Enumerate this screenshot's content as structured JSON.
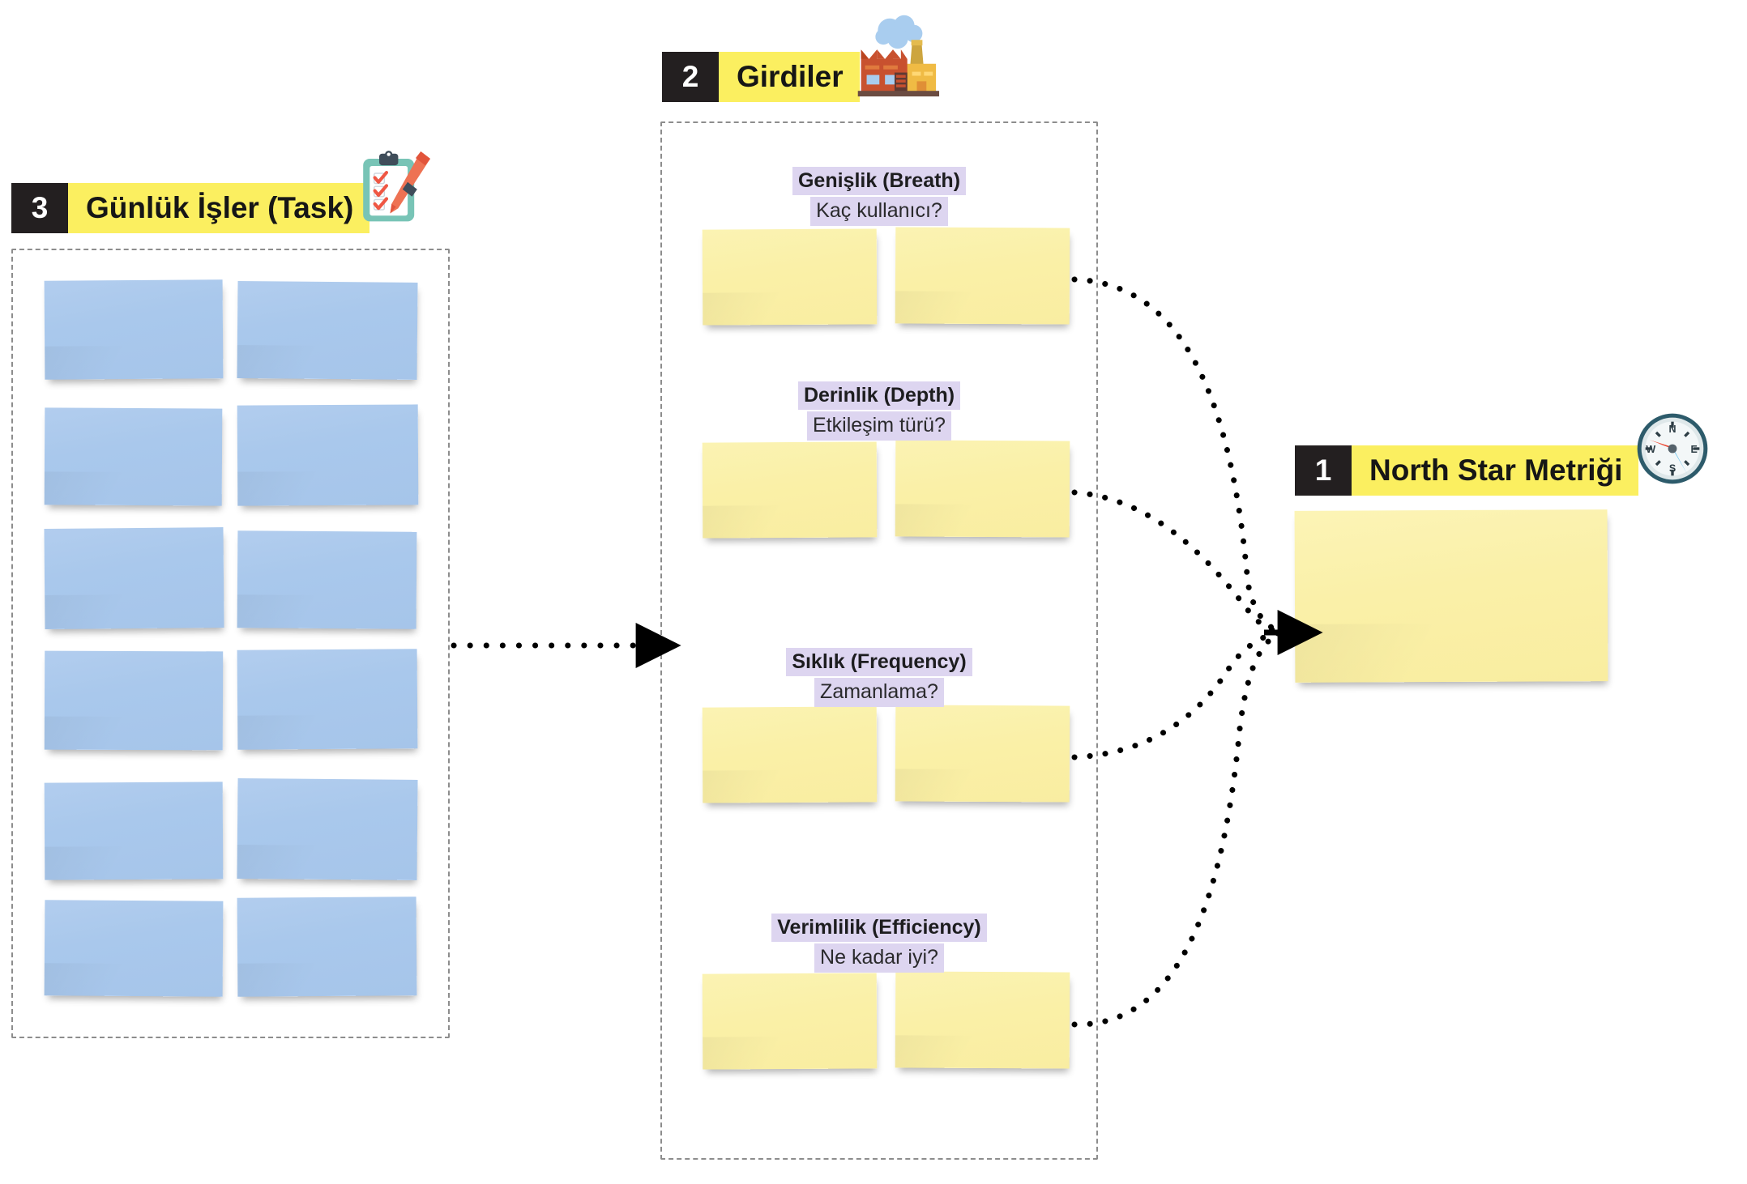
{
  "sections": {
    "task": {
      "number": "3",
      "title": "Günlük İşler (Task)",
      "icon": "clipboard-pen-icon",
      "note_count": 12,
      "note_color": "#a9c8ec"
    },
    "inputs": {
      "number": "2",
      "title": "Girdiler",
      "icon": "factory-icon",
      "note_color": "#faf0a7",
      "metrics": [
        {
          "name": "Genişlik (Breath)",
          "question": "Kaç kullanıcı?",
          "note_count": 2
        },
        {
          "name": "Derinlik (Depth)",
          "question": "Etkileşim türü?",
          "note_count": 2
        },
        {
          "name": "Sıklık (Frequency)",
          "question": "Zamanlama?",
          "note_count": 2
        },
        {
          "name": "Verimlilik (Efficiency)",
          "question": "Ne kadar iyi?",
          "note_count": 2
        }
      ]
    },
    "north_star": {
      "number": "1",
      "title": "North Star Metriği",
      "icon": "compass-icon",
      "note_count": 1,
      "note_color": "#faf0a8"
    }
  },
  "colors": {
    "banner_number_bg": "#231f20",
    "banner_title_bg": "#fbef60",
    "caption_highlight_bg": "#ddd5f0",
    "blue_note": "#a9c8ec",
    "yellow_note": "#faf0a7",
    "dashed_border": "#8d8d8d",
    "connector": "#000000"
  },
  "connectors": {
    "task_to_inputs": {
      "style": "dotted",
      "direction": "right",
      "arrowhead": true
    },
    "inputs_to_north_star": {
      "style": "dotted",
      "count": 4,
      "arrowhead": true
    }
  }
}
